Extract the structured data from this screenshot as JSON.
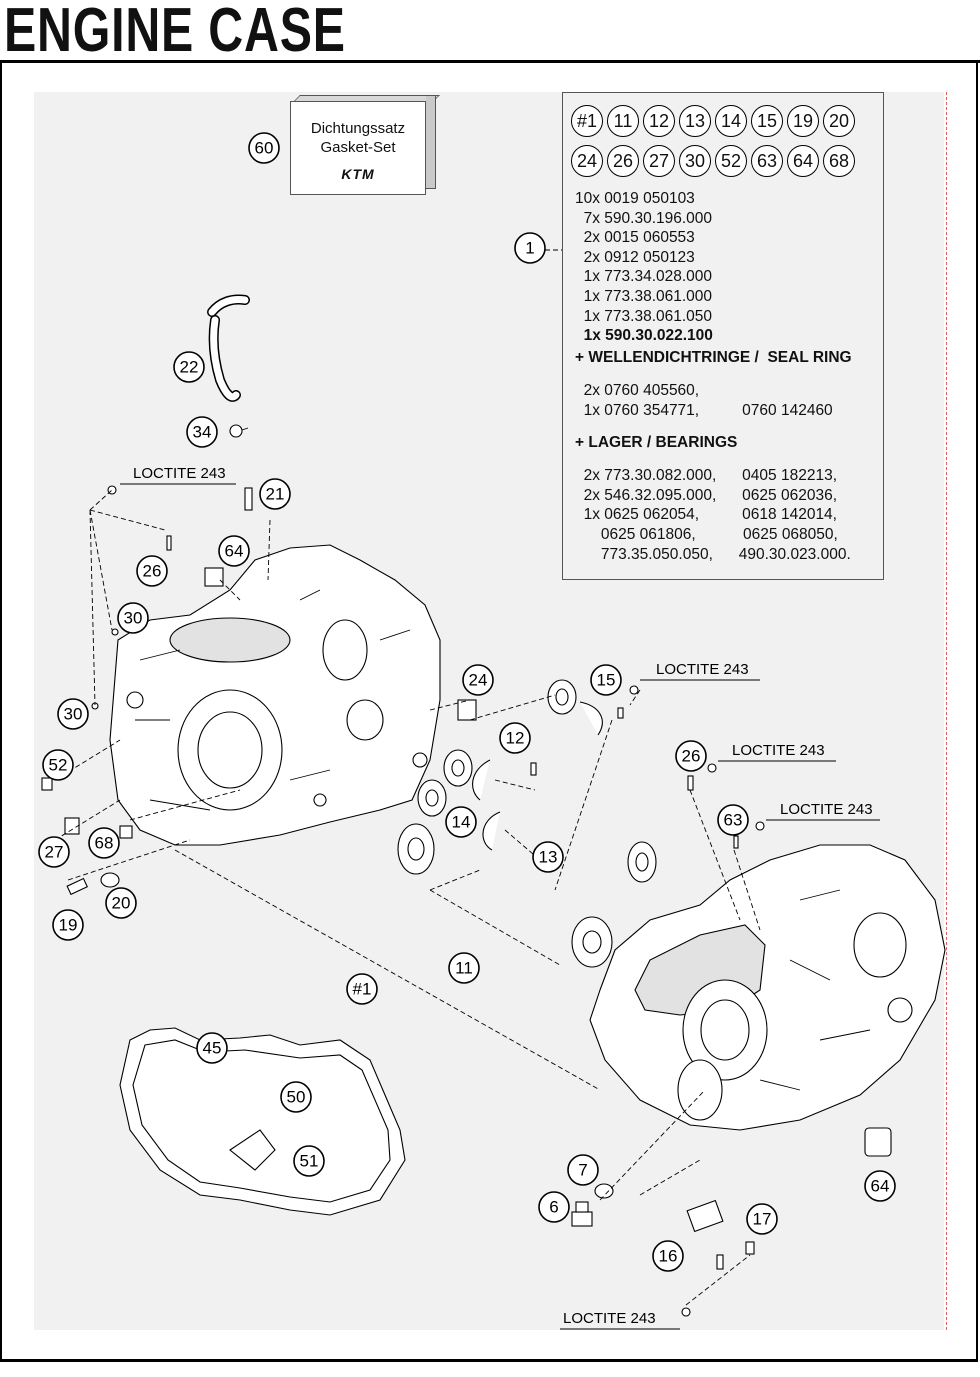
{
  "page": {
    "title": "ENGINE CASE"
  },
  "gasket_set": {
    "callout": "60",
    "label_de": "Dichtungssatz",
    "label_en": "Gasket-Set",
    "brand_logo": "KTM"
  },
  "kit": {
    "callout": "1",
    "included_parts": [
      "#1",
      "11",
      "12",
      "13",
      "14",
      "15",
      "19",
      "20",
      "24",
      "26",
      "27",
      "30",
      "52",
      "63",
      "64",
      "68"
    ],
    "contents": [
      "10x 0019 050103",
      "  7x 590.30.196.000",
      "  2x 0015 060553",
      "  2x 0912 050123",
      "  1x 773.34.028.000",
      "  1x 773.38.061.000",
      "  1x 773.38.061.050"
    ],
    "last_item": "  1x 590.30.022.100",
    "seal_heading": "+ WELLENDICHTRINGE /  SEAL RING",
    "seal_lines": [
      "  2x 0760 405560,",
      "  1x 0760 354771,          0760 142460"
    ],
    "bearing_heading": "+ LAGER / BEARINGS",
    "bearing_lines": [
      "  2x 773.30.082.000,      0405 182213,",
      "  2x 546.32.095.000,      0625 062036,",
      "  1x 0625 062054,          0618 142014,",
      "      0625 061806,           0625 068050,",
      "      773.35.050.050,      490.30.023.000."
    ]
  },
  "callouts": {
    "c22": "22",
    "c34": "34",
    "c21": "21",
    "c64a": "64",
    "c26a": "26",
    "c30a": "30",
    "c30b": "30",
    "c52": "52",
    "c27": "27",
    "c68": "68",
    "c19": "19",
    "c20": "20",
    "c24": "24",
    "c15": "15",
    "c12": "12",
    "c14": "14",
    "c13": "13",
    "c11": "11",
    "c1b": "#1",
    "c26b": "26",
    "c63": "63",
    "c45": "45",
    "c50": "50",
    "c51": "51",
    "c7": "7",
    "c6": "6",
    "c16": "16",
    "c17": "17",
    "c64b": "64"
  },
  "loctite": {
    "label_1": "LOCTITE 243",
    "label_2": "LOCTITE 243",
    "label_3": "LOCTITE 243",
    "label_4": "LOCTITE 243",
    "label_5": "LOCTITE 243"
  }
}
